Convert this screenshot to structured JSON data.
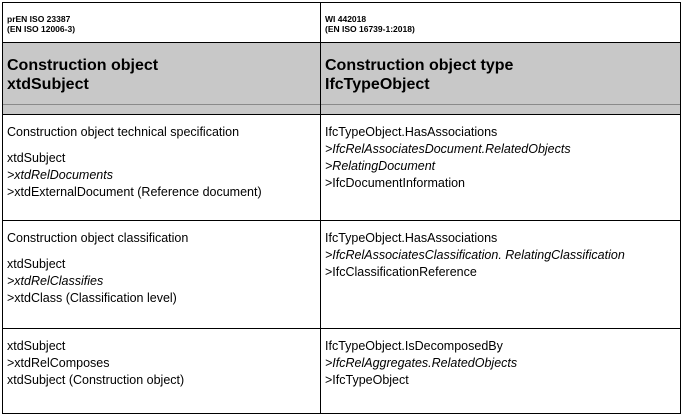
{
  "header": {
    "left_ref": [
      "prEN ISO 23387",
      "(EN ISO 12006-3)"
    ],
    "right_ref": [
      "WI 442018",
      "(EN ISO 16739-1:2018)"
    ]
  },
  "titles": {
    "left": [
      "Construction object",
      "xtdSubject"
    ],
    "right": [
      "Construction object type",
      "IfcTypeObject"
    ]
  },
  "rows": [
    {
      "left_heading": "Construction object technical specification",
      "left": [
        "xtdSubject",
        ">xtdRelDocuments",
        ">xtdExternalDocument (Reference document)"
      ],
      "right": [
        "IfcTypeObject.HasAssociations",
        ">IfcRelAssociatesDocument.RelatedObjects",
        ">RelatingDocument",
        ">IfcDocumentInformation"
      ]
    },
    {
      "left_heading": "Construction object classification",
      "left": [
        "xtdSubject",
        ">xtdRelClassifies",
        ">xtdClass (Classification level)"
      ],
      "right": [
        "IfcTypeObject.HasAssociations",
        ">IfcRelAssociatesClassification. RelatingClassification",
        ">IfcClassificationReference"
      ]
    },
    {
      "left": [
        "xtdSubject",
        ">xtdRelComposes",
        "xtdSubject (Construction object)"
      ],
      "right": [
        "IfcTypeObject.IsDecomposedBy",
        ">IfcRelAggregates.RelatedObjects",
        ">IfcTypeObject"
      ]
    }
  ]
}
